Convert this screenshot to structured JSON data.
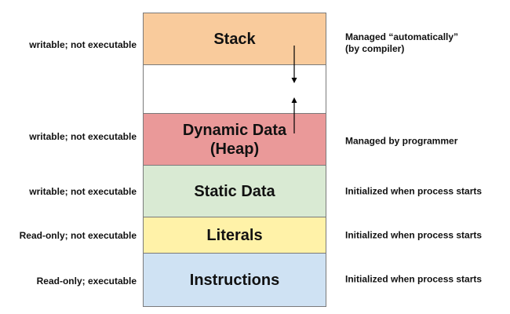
{
  "segments": [
    {
      "name": "Stack",
      "color": "#f9cb9c",
      "access": "writable; not executable",
      "note": "Managed “automatically”",
      "note2": "(by compiler)"
    },
    {
      "name": "",
      "color": "#ffffff"
    },
    {
      "name": "Dynamic Data",
      "name2": "(Heap)",
      "color": "#ea9999",
      "access": "writable; not executable",
      "note": "Managed by programmer"
    },
    {
      "name": "Static Data",
      "color": "#d9ead3",
      "access": "writable; not executable",
      "note": "Initialized when process starts"
    },
    {
      "name": "Literals",
      "color": "#fff2a8",
      "access": "Read-only; not executable",
      "note": "Initialized when process starts"
    },
    {
      "name": "Instructions",
      "color": "#cfe2f3",
      "access": "Read-only; executable",
      "note": "Initialized when process starts"
    }
  ]
}
